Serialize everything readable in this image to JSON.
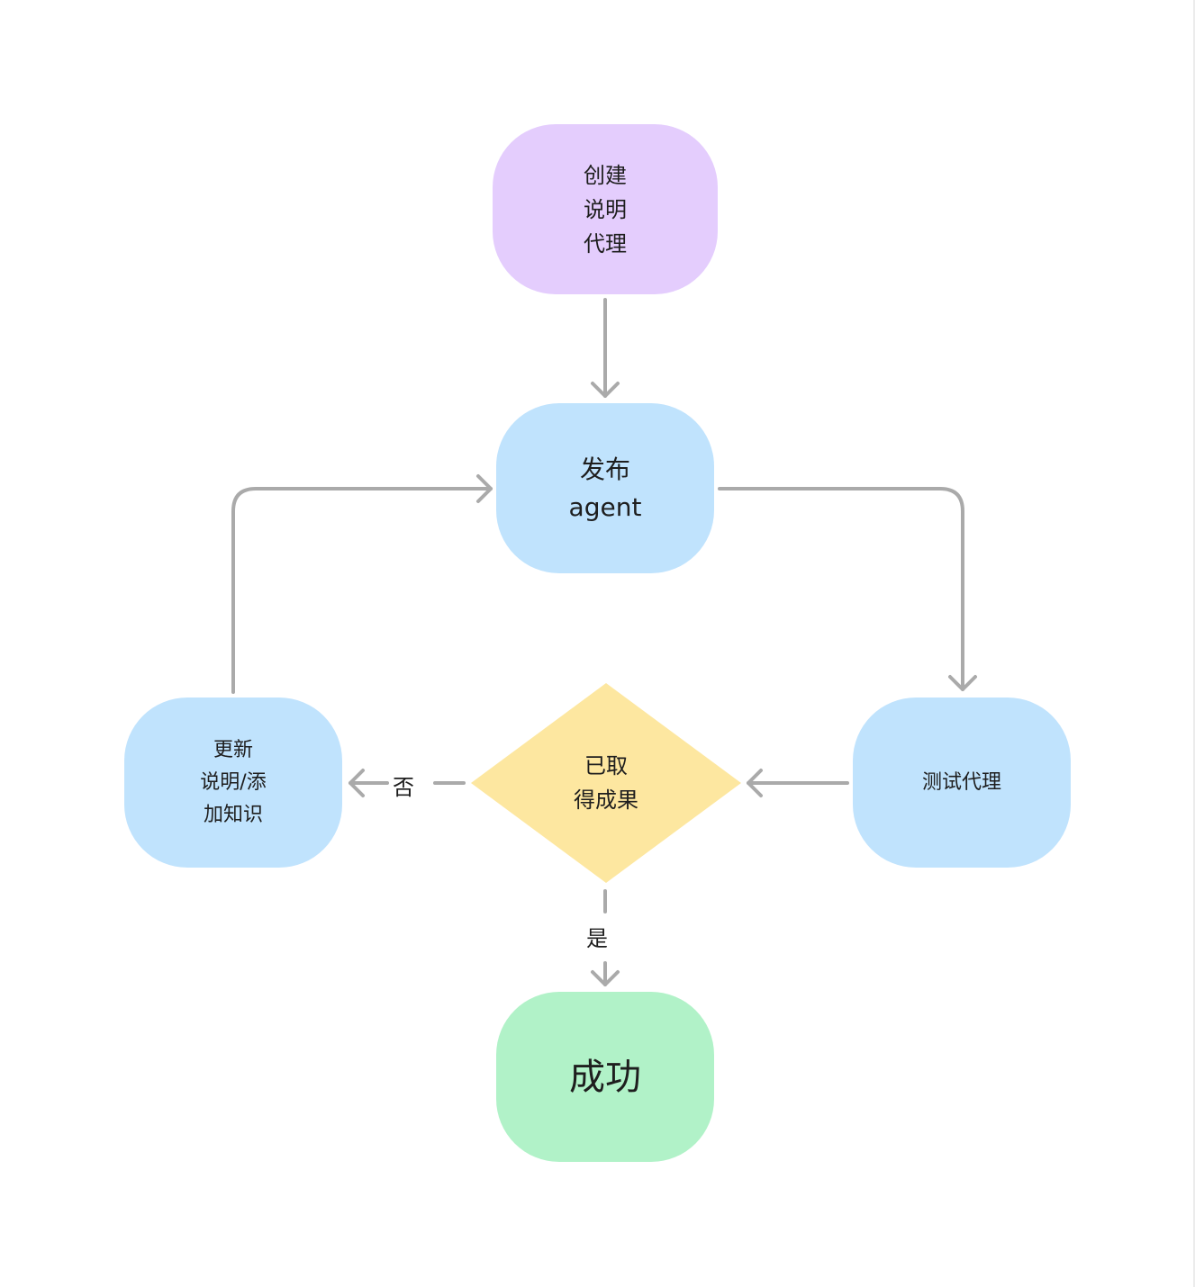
{
  "colors": {
    "purple": "#e4cdfd",
    "blue": "#c0e3fd",
    "yellow": "#fde7a0",
    "green": "#b1f2c8",
    "connector": "#aaaaaa",
    "text": "#1e1e1e"
  },
  "nodes": {
    "create": {
      "lines": [
        "创建",
        "说明",
        "代理"
      ],
      "shape": "rounded-rect"
    },
    "publish": {
      "lines": [
        "发布",
        "agent"
      ],
      "shape": "rounded-rect"
    },
    "test": {
      "lines": [
        "测试代理"
      ],
      "shape": "rounded-rect"
    },
    "decision": {
      "lines": [
        "已取",
        "得成果"
      ],
      "shape": "diamond"
    },
    "update": {
      "lines": [
        "更新",
        "说明/添",
        "加知识"
      ],
      "shape": "rounded-rect"
    },
    "success": {
      "lines": [
        "成功"
      ],
      "shape": "rounded-rect"
    }
  },
  "edge_labels": {
    "no": "否",
    "yes": "是"
  }
}
